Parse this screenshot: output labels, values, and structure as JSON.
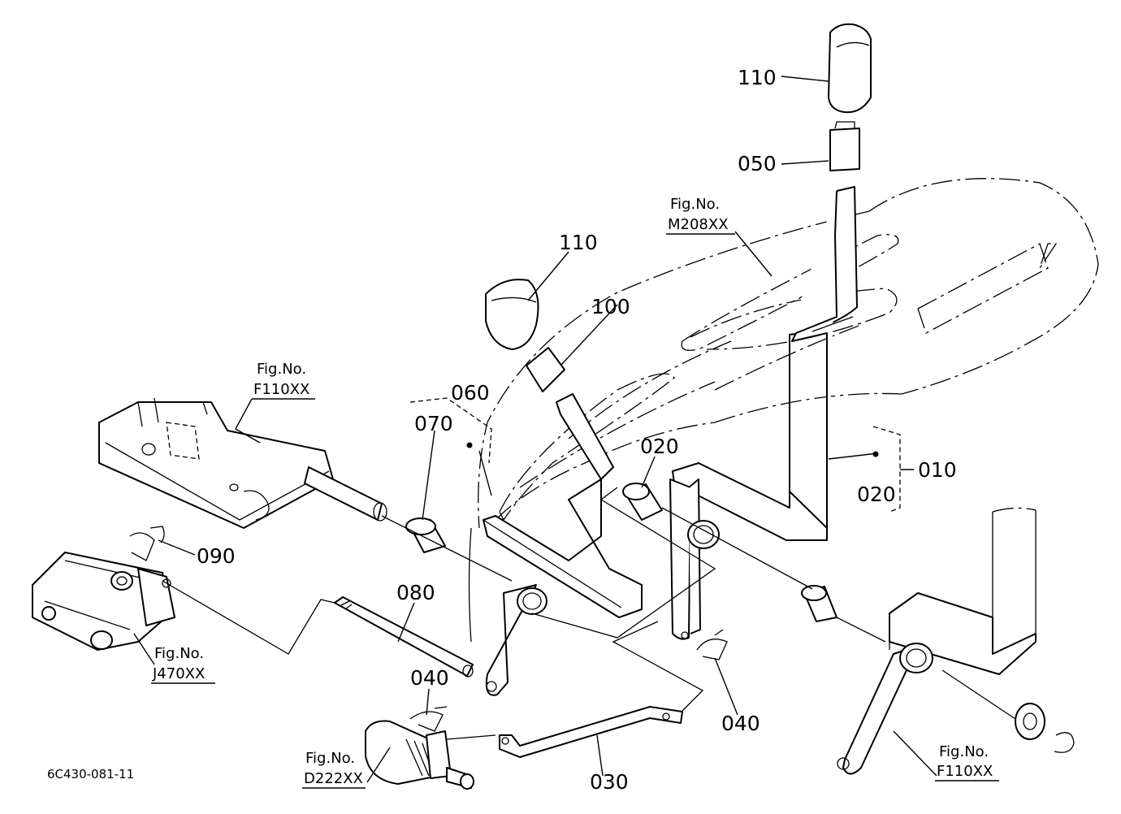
{
  "drawing_code": "6C430-081-11",
  "callouts": {
    "c110_top": "110",
    "c050": "050",
    "c110_mid": "110",
    "c100": "100",
    "c060": "060",
    "c070": "070",
    "c020_a": "020",
    "c010": "010",
    "c020_b": "020",
    "c090": "090",
    "c080": "080",
    "c040_a": "040",
    "c040_b": "040",
    "c030": "030"
  },
  "fig_refs": {
    "m208": {
      "label": "Fig.No.",
      "code": "M208XX"
    },
    "f110_left": {
      "label": "Fig.No.",
      "code": "F110XX"
    },
    "j470": {
      "label": "Fig.No.",
      "code": "J470XX"
    },
    "d222": {
      "label": "Fig.No.",
      "code": "D222XX"
    },
    "f110_right": {
      "label": "Fig.No.",
      "code": "F110XX"
    }
  }
}
